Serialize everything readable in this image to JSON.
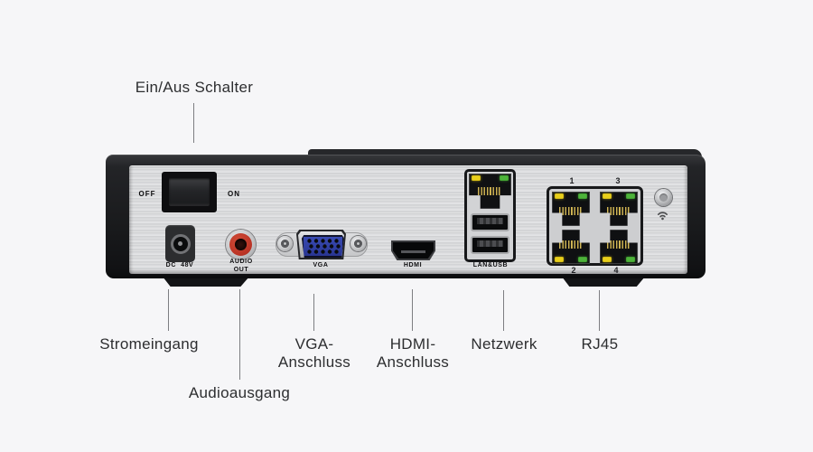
{
  "callouts": {
    "power_switch": "Ein/Aus Schalter",
    "power_input": "Stromeingang",
    "audio_output": "Audioausgang",
    "vga": "VGA-\nAnschluss",
    "hdmi": "HDMI-\nAnschluss",
    "network": "Netzwerk",
    "rj45": "RJ45"
  },
  "panel_labels": {
    "switch_off": "OFF",
    "switch_on": "ON",
    "dc": "DC  48V",
    "audio": "AUDIO\nOUT",
    "vga": "VGA",
    "hdmi": "HDMI",
    "lan_usb": "LAN&USB",
    "port_1": "1",
    "port_2": "2",
    "port_3": "3",
    "port_4": "4"
  },
  "colors": {
    "background": "#f6f6f8",
    "device_black": "#1a1b1d",
    "panel_metal": "#d9dadc",
    "vga_blue": "#2c3c9e",
    "rca_red": "#ba3325",
    "led_yellow": "#e8cf1b",
    "led_green": "#4db33a",
    "pin_gold": "#c0a445",
    "callout_text": "#2d2e30"
  }
}
